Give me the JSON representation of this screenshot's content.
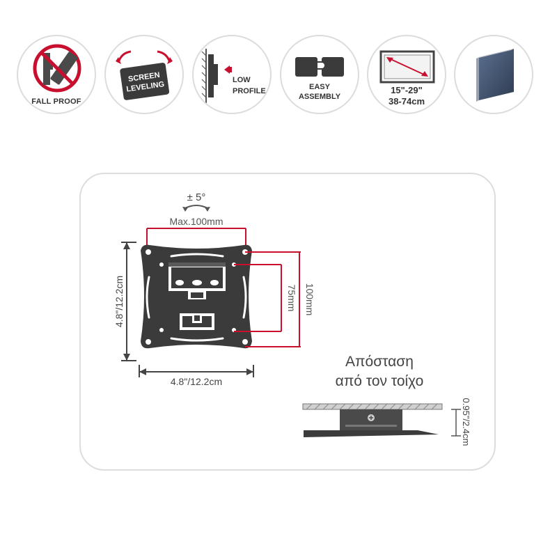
{
  "features": [
    {
      "label": "FALL PROOF",
      "icon": "no-fall-icon"
    },
    {
      "label": "SCREEN LEVELING",
      "icon": "rotate-arrows-icon"
    },
    {
      "label": "LOW PROFILE",
      "icon": "wall-profile-icon"
    },
    {
      "label": "EASY ASSEMBLY",
      "icon": "puzzle-icon"
    },
    {
      "label": "15\"-29\" 38-74cm",
      "line1": "15\"-29\"",
      "line2": "38-74cm",
      "icon": "screen-size-icon"
    },
    {
      "label": "",
      "icon": "wall-panel-icon"
    }
  ],
  "badge_text": {
    "screen": "SCREEN",
    "leveling": "LEVELING",
    "low": "LOW",
    "profile": "PROFILE",
    "easy": "EASY",
    "assembly": "ASSEMBLY"
  },
  "diagram": {
    "tilt": "± 5°",
    "max_width": "Max.100mm",
    "vesa_75": "75mm",
    "vesa_100": "100mm",
    "height": "4.8\"/12.2cm",
    "width": "4.8\"/12.2cm",
    "distance_label_line1": "Απόσταση",
    "distance_label_line2": "από τον τοίχο",
    "distance": "0.95\"/2.4cm"
  },
  "colors": {
    "accent_red": "#c8102e",
    "plate_dark": "#3b3b3b",
    "badge_border": "#dcdcdc",
    "panel_border": "#dddddd"
  }
}
